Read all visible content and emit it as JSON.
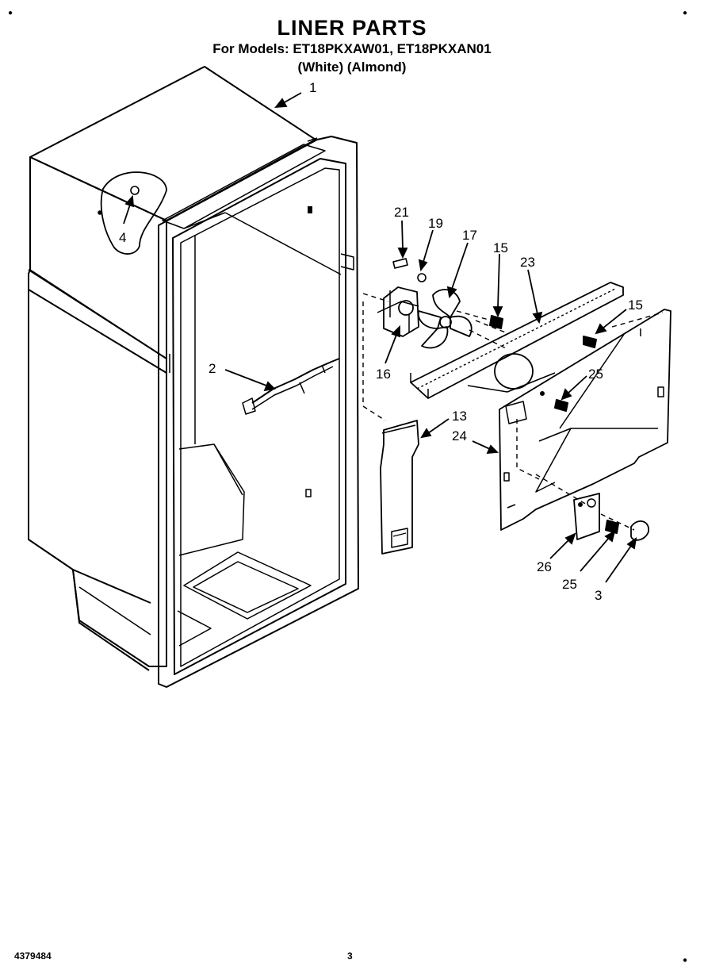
{
  "header": {
    "title": "LINER PARTS",
    "models_line": "For Models:  ET18PKXAW01,  ET18PKXAN01",
    "finishes_line": "(White)      (Almond)"
  },
  "callouts": [
    "1",
    "4",
    "2",
    "21",
    "19",
    "17",
    "15",
    "23",
    "15",
    "16",
    "25",
    "13",
    "24",
    "26",
    "25",
    "3"
  ],
  "footer": {
    "document_number": "4379484",
    "page_number": "3"
  }
}
